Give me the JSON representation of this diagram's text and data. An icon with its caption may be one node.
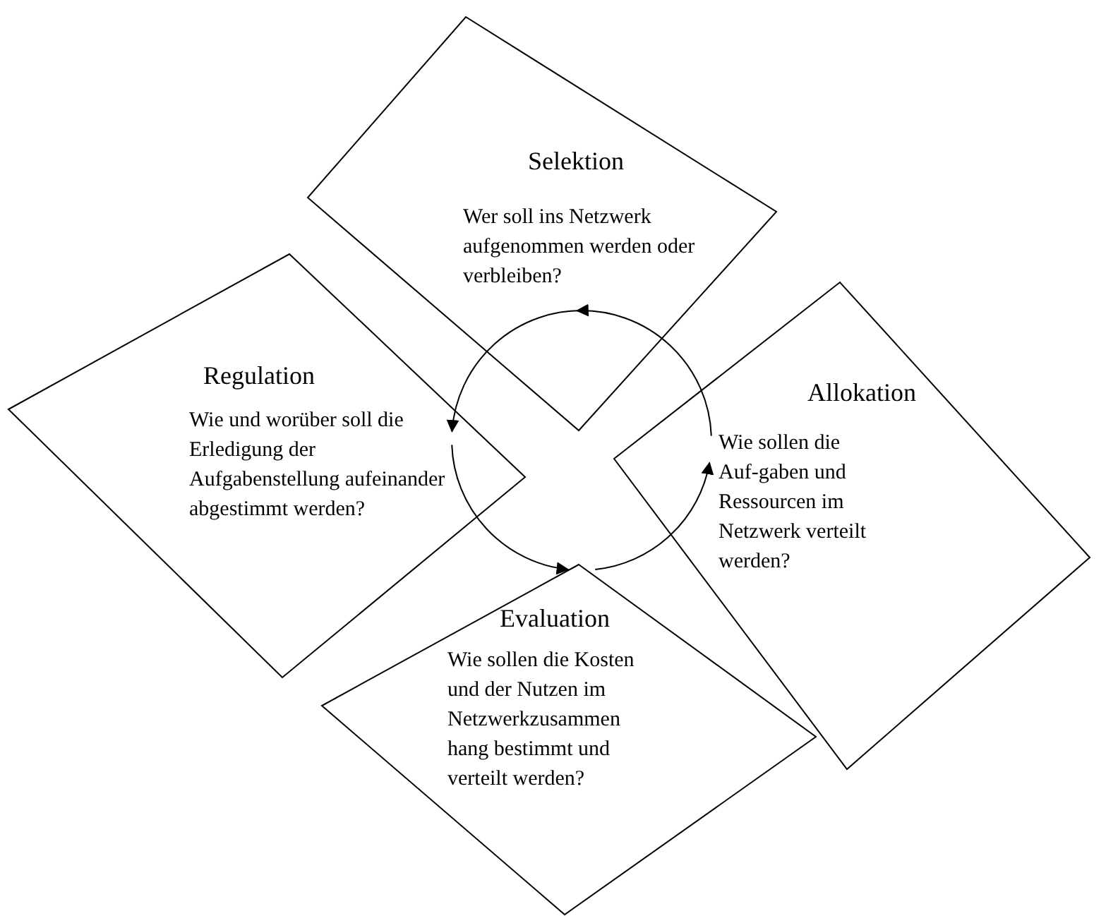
{
  "diagram": {
    "nodes": [
      {
        "text": [
          "Selektion",
          "Wer soll ins Netzwerk aufgenommen werden oder verbleiben?"
        ]
      },
      {
        "text": [
          "Regulation",
          "Wie und worüber soll die Erledigung der Aufgabenstellung aufeinander abgestimmt werden?"
        ]
      },
      {
        "text": [
          "Allokation",
          "Wie sollen die Auf-gaben und Ressourcen im Netzwerk verteilt werden?"
        ]
      },
      {
        "text": [
          "Evaluation",
          "Wie sollen die Kosten und der Nutzen im Netzwerkzusammen hang bestimmt und verteilt werden?"
        ]
      }
    ],
    "edges": [
      {
        "from": 0,
        "to": 1,
        "arrow": "to"
      },
      {
        "from": 1,
        "to": 3,
        "arrow": "to"
      },
      {
        "from": 3,
        "to": 2,
        "arrow": "to"
      },
      {
        "from": 2,
        "to": 0,
        "arrow": "to"
      }
    ]
  }
}
